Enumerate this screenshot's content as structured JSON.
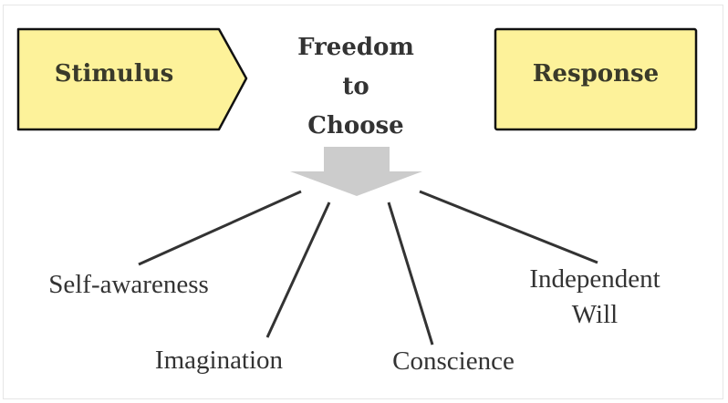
{
  "stimulus": "Stimulus",
  "response": "Response",
  "center": {
    "line1": "Freedom",
    "line2": "to",
    "line3": "Choose"
  },
  "endowments": {
    "self_awareness": "Self-awareness",
    "imagination": "Imagination",
    "conscience": "Conscience",
    "independent_will_1": "Independent",
    "independent_will_2": "Will"
  },
  "colors": {
    "box_fill": "#fdf29a",
    "arrow": "#cccccc",
    "line": "#333333"
  }
}
